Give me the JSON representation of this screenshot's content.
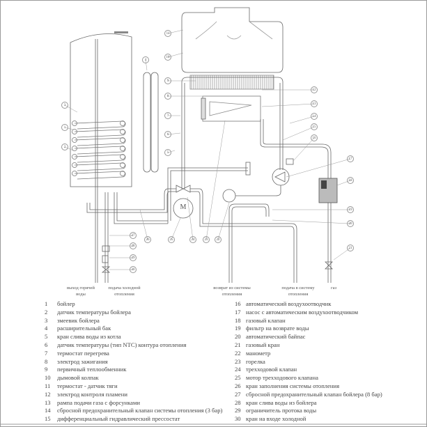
{
  "outlets": [
    {
      "line1": "выход горячей",
      "line2": "воды"
    },
    {
      "line1": "подача холодной",
      "line2": "отопления"
    },
    {
      "line1": "возврат из системы",
      "line2": "отопления"
    },
    {
      "line1": "подача в систему",
      "line2": "отопления"
    },
    {
      "line1": "газ",
      "line2": ""
    }
  ],
  "callouts": [
    "1",
    "2",
    "3",
    "4",
    "5",
    "6",
    "7",
    "8",
    "9",
    "10",
    "11",
    "12",
    "13",
    "14",
    "15",
    "16",
    "17",
    "18",
    "19",
    "20",
    "21",
    "22",
    "23",
    "24",
    "25",
    "26",
    "27",
    "28",
    "29",
    "30"
  ],
  "motor_label": "M",
  "legend_left": [
    {
      "n": "1",
      "t": "бойлер"
    },
    {
      "n": "2",
      "t": "датчик температуры бойлера"
    },
    {
      "n": "3",
      "t": "змеевик бойлера"
    },
    {
      "n": "4",
      "t": "расширительный бак"
    },
    {
      "n": "5",
      "t": "кран слива воды из котла"
    },
    {
      "n": "6",
      "t": "датчик температуры (тип NTC) контура отопления"
    },
    {
      "n": "7",
      "t": "термостат перегрева"
    },
    {
      "n": "8",
      "t": "электрод зажигания"
    },
    {
      "n": "9",
      "t": "первичный теплообменник"
    },
    {
      "n": "10",
      "t": "дымовой колпак"
    },
    {
      "n": "11",
      "t": "термостат - датчик тяги"
    },
    {
      "n": "12",
      "t": "электрод контроля пламени"
    },
    {
      "n": "13",
      "t": "рампа подачи газа с форсунками"
    },
    {
      "n": "14",
      "t": "сбросной предохранительный клапан системы  отопления (3 бар)"
    },
    {
      "n": "15",
      "t": "дифференциальный гидравлический прессостат"
    }
  ],
  "legend_right": [
    {
      "n": "16",
      "t": "автоматический воздухоотводчик"
    },
    {
      "n": "17",
      "t": "насос с автоматическим воздухоотводчиком"
    },
    {
      "n": "18",
      "t": "газовый клапан"
    },
    {
      "n": "19",
      "t": "фильтр на возврате воды"
    },
    {
      "n": "20",
      "t": "автоматический байпас"
    },
    {
      "n": "21",
      "t": "газовый кран"
    },
    {
      "n": "22",
      "t": "манометр"
    },
    {
      "n": "23",
      "t": "горелка"
    },
    {
      "n": "24",
      "t": "трехходовой клапан"
    },
    {
      "n": "25",
      "t": "мотор трехходового клапана"
    },
    {
      "n": "26",
      "t": "кран заполнения системы отопления"
    },
    {
      "n": "27",
      "t": "сбросной предохранительный клапан бойлера (8  бар)"
    },
    {
      "n": "28",
      "t": "кран слива воды из бойлера"
    },
    {
      "n": "29",
      "t": "ограничитель протока воды"
    },
    {
      "n": "30",
      "t": "кран на входе холодной"
    }
  ]
}
